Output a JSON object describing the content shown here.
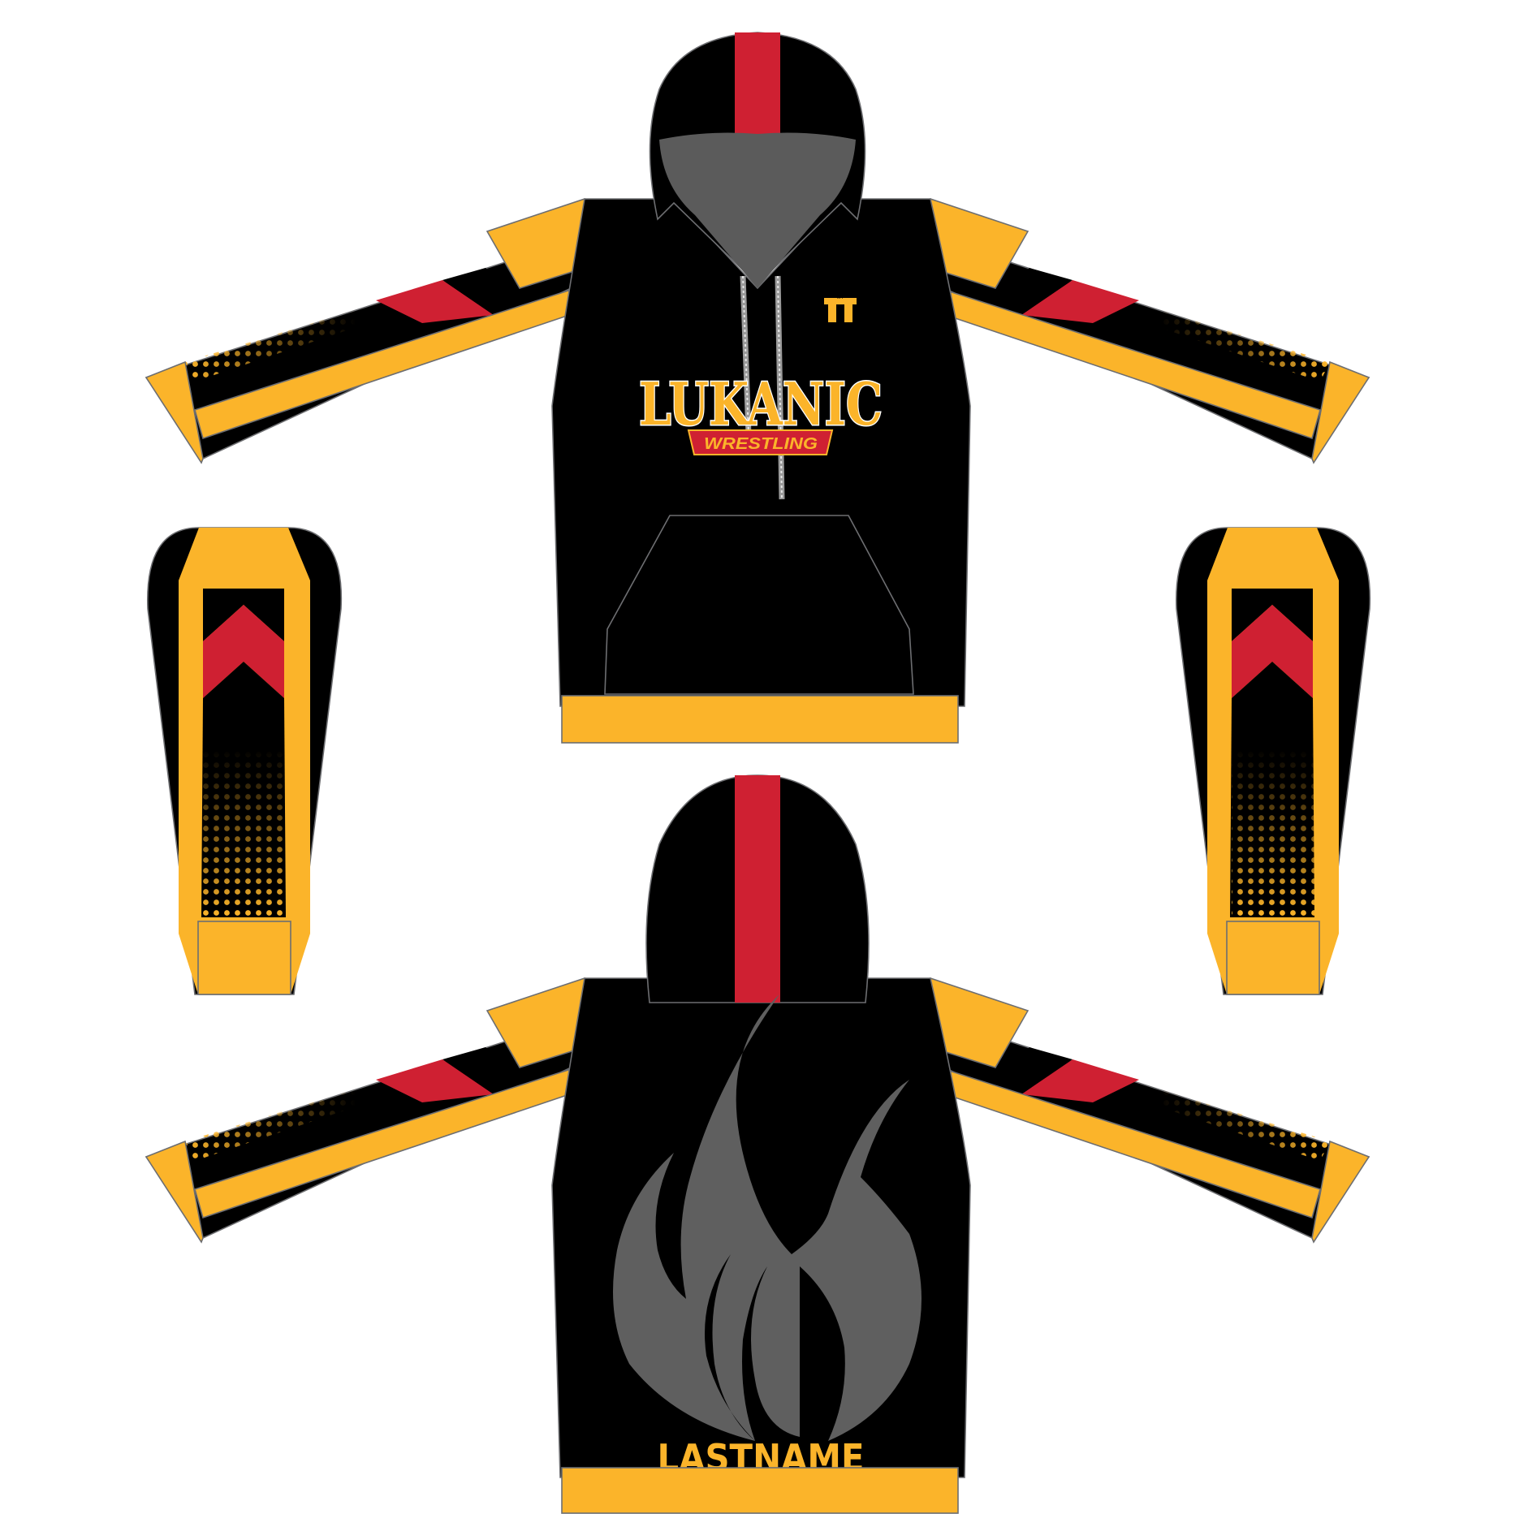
{
  "colors": {
    "body": "#000000",
    "gold": "#fbb42a",
    "red": "#cf2032",
    "gray": "#5f5f5f",
    "hood_lining": "#5b5b5b",
    "outline": "#6d6e71",
    "background": "#ffffff"
  },
  "front": {
    "brand_mark": "MT",
    "team_name": "LUKANIC",
    "team_subtitle": "WRESTLING"
  },
  "back": {
    "player_name": "LASTNAME",
    "graphic": "flame-icon"
  }
}
